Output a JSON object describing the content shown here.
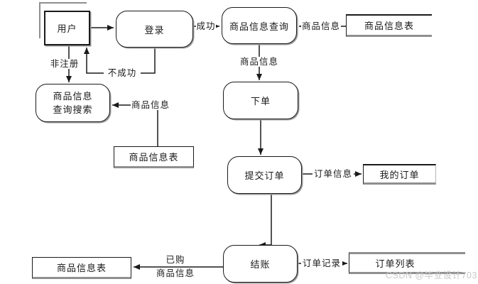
{
  "diagram": {
    "title_hint": "e-commerce order data flow diagram",
    "nodes": {
      "user": {
        "label": "用户"
      },
      "login": {
        "label": "登录"
      },
      "product_query": {
        "label": "商品信息查询"
      },
      "product_search": {
        "label_line1": "商品信息",
        "label_line2": "查询搜索"
      },
      "place_order": {
        "label": "下单"
      },
      "submit_order": {
        "label": "提交订单"
      },
      "checkout": {
        "label": "结账"
      },
      "product_table_top": {
        "label": "商品信息表"
      },
      "product_table_mid": {
        "label": "商品信息表"
      },
      "product_table_bottom": {
        "label": "商品信息表"
      },
      "my_orders": {
        "label": "我的订单"
      },
      "order_list": {
        "label": "订单列表"
      }
    },
    "edges": {
      "success": {
        "label": "成功"
      },
      "fail": {
        "label": "不成功"
      },
      "unregistered": {
        "label": "非注册"
      },
      "product_info_from_table": {
        "label": "商品信息"
      },
      "product_info_to_order": {
        "label": "商品信息"
      },
      "product_info_to_search": {
        "label": "商品信息"
      },
      "order_info": {
        "label": "订单信息"
      },
      "order_record": {
        "label": "订单记录"
      },
      "purchased_line1": {
        "label": "已购"
      },
      "purchased_line2": {
        "label": "商品信息"
      }
    },
    "watermark": "CSDN @毕业设计703",
    "colors": {
      "line": "#1a1a1a",
      "shadow": "#8f8f8f",
      "watermark": "#c9c9c9"
    }
  }
}
